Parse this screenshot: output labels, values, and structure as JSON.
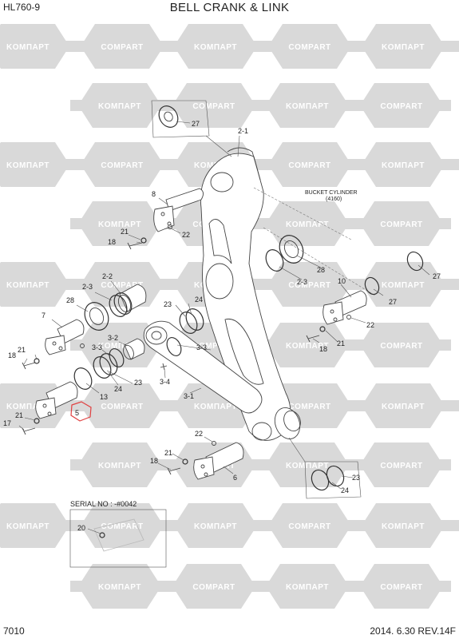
{
  "header": {
    "model": "HL760-9",
    "title": "BELL CRANK & LINK"
  },
  "footer": {
    "page": "7010",
    "revision": "2014. 6.30  REV.14F"
  },
  "watermark": {
    "mark_a": "KOMПAPT",
    "mark_b": "COMPART",
    "color": "#d9d9d9"
  },
  "note": {
    "cylinder_line1": "BUCKET CYLINDER",
    "cylinder_line2": "(4160)"
  },
  "serial_box": {
    "label": "SERIAL NO : -#0042",
    "part": "20"
  },
  "highlight_color": "#e04040",
  "labels": {
    "p27a": "27",
    "p2_1": "2-1",
    "p8": "8",
    "p21a": "21",
    "p18a": "18",
    "p22a": "22",
    "p2_2": "2-2",
    "p2_3a": "2-3",
    "p28a": "28",
    "p23a": "23",
    "p24a": "24",
    "p7": "7",
    "p21b": "21",
    "p18b": "18",
    "p3_2": "3-2",
    "p3_3a": "3-3",
    "p3_3b": "3-3",
    "p23b": "23",
    "p24b": "24",
    "p13": "13",
    "p3_4": "3-4",
    "p3_1": "3-1",
    "p21c": "21",
    "p17": "17",
    "p5": "5",
    "p28b": "28",
    "p2_3b": "2-3",
    "p10": "10",
    "p27b": "27",
    "p27c": "27",
    "p22b": "22",
    "p21d": "21",
    "p18c": "18",
    "p22c": "22",
    "p21e": "21",
    "p18d": "18",
    "p6": "6",
    "p23c": "23",
    "p24c": "24"
  }
}
